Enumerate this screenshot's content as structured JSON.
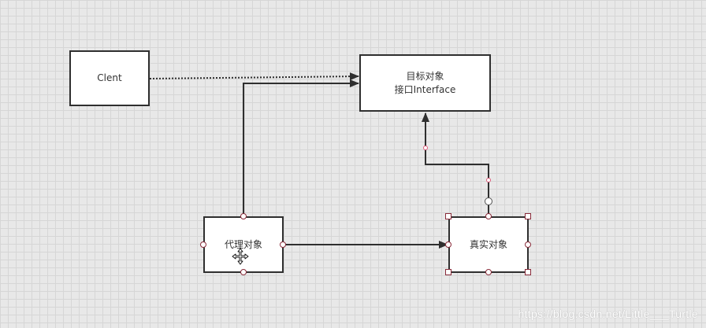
{
  "nodes": {
    "client": {
      "label": "Clent"
    },
    "target": {
      "line1": "目标对象",
      "line2": "接口Interface"
    },
    "proxy": {
      "label": "代理对象"
    },
    "real": {
      "label": "真实对象"
    }
  },
  "edges": [
    {
      "from": "client",
      "to": "target",
      "style": "dotted",
      "head": "filled-arrow"
    },
    {
      "from": "proxy",
      "to": "target",
      "style": "solid",
      "head": "filled-arrow"
    },
    {
      "from": "proxy",
      "to": "real",
      "style": "solid",
      "head": "filled-arrow"
    },
    {
      "from": "real",
      "to": "target",
      "style": "solid",
      "head": "filled-arrow",
      "selected": true
    }
  ],
  "colors": {
    "stroke": "#2f2f2f",
    "handle": "#8a2b3a",
    "waypoint": "#e05a7a",
    "grid": "#d6d6d6",
    "background": "#e8e8e8"
  },
  "watermark": "https://blog.csdn.net/Little___Turtle"
}
